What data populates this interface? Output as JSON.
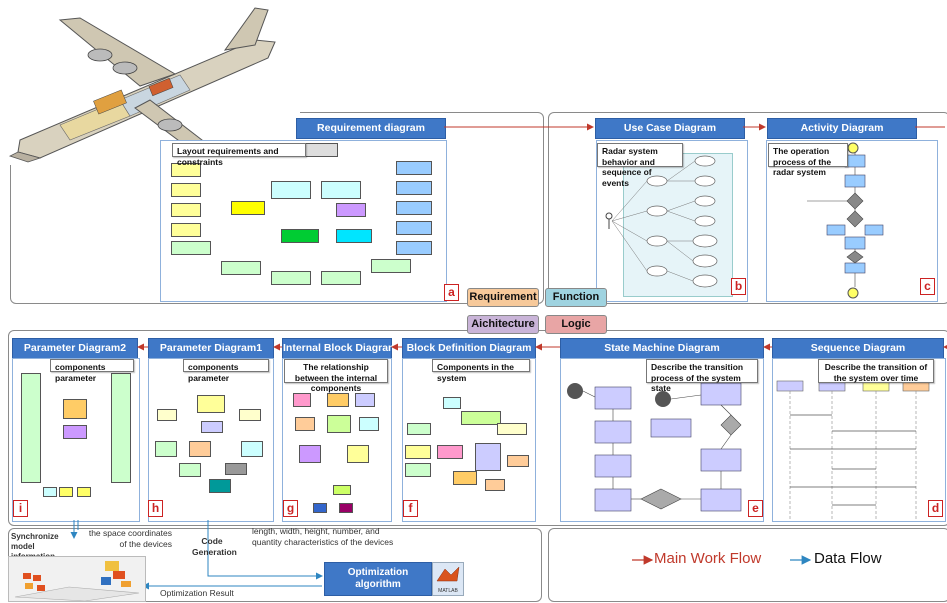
{
  "top_row": {
    "requirement": {
      "title": "Requirement diagram",
      "note": "Layout requirements and constraints",
      "label": "a"
    },
    "use_case": {
      "title": "Use Case Diagram",
      "note": "Radar system behavior and sequence of events",
      "label": "b"
    },
    "activity": {
      "title": "Activity Diagram",
      "note": "The operation process of the radar system",
      "label": "c"
    }
  },
  "middle": {
    "requirement_pill": "Requirement",
    "function_pill": "Function",
    "architecture_pill": "Aichitecture",
    "logic_pill": "Logic"
  },
  "bottom_row": {
    "param2": {
      "title": "Parameter Diagram2",
      "note": "components parameter",
      "label": "i"
    },
    "param1": {
      "title": "Parameter Diagram1",
      "note": "components parameter",
      "label": "h"
    },
    "ibd": {
      "title": "Internal Block Diagram",
      "note": "The relationship between the internal components",
      "label": "g"
    },
    "bdd": {
      "title": "Block Definition Diagram",
      "note": "Components in the system",
      "label": "f"
    },
    "state_machine": {
      "title": "State Machine Diagram",
      "note": "Describe the transition process of the system state",
      "label": "e"
    },
    "sequence": {
      "title": "Sequence Diagram",
      "note": "Describe the transition of the system over time",
      "label": "d"
    }
  },
  "lower": {
    "sync_text": "Synchronize model information",
    "coords_text": "the space coordinates of the devices",
    "code_gen": "Code Generation",
    "dims_text": "length, width, height, number, and quantity characteristics of the devices",
    "optimization": "Optimization algorithm",
    "matlab": "MATLAB",
    "opt_result": "Optimization Result"
  },
  "legend": {
    "main_flow": "Main Work Flow",
    "data_flow": "Data Flow"
  },
  "colors": {
    "header_blue": "#3f78c7",
    "main_flow_red": "#c0392b",
    "data_flow_blue": "#2e86c1",
    "label_red": "#cc2222"
  }
}
